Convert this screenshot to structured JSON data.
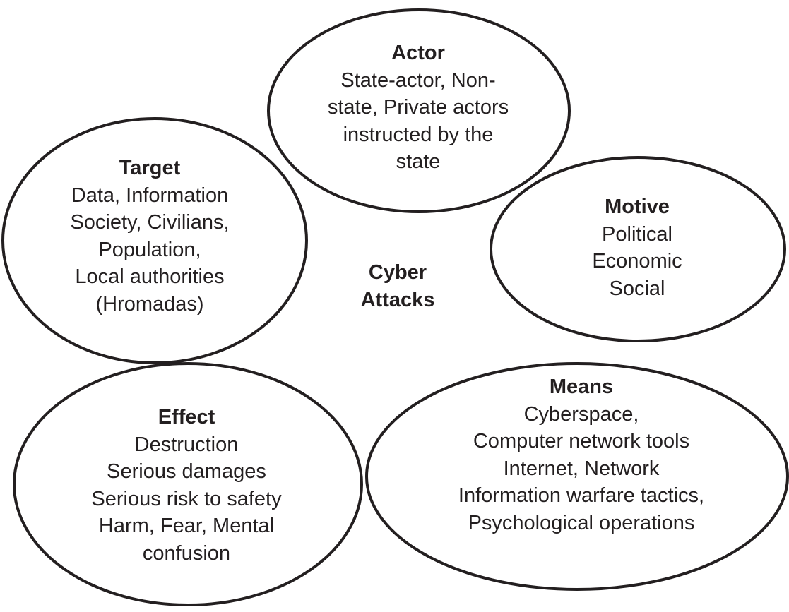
{
  "center": {
    "line1": "Cyber",
    "line2": "Attacks"
  },
  "actor": {
    "title": "Actor",
    "lines": [
      "State-actor, Non-",
      "state, Private actors",
      "instructed by the",
      "state"
    ]
  },
  "target": {
    "title": "Target",
    "lines": [
      "Data, Information",
      "Society, Civilians,",
      "Population,",
      "Local authorities",
      "(Hromadas)"
    ]
  },
  "motive": {
    "title": "Motive",
    "lines": [
      "Political",
      "Economic",
      "Social"
    ]
  },
  "means": {
    "title": "Means",
    "lines": [
      "Cyberspace,",
      "Computer network tools",
      "Internet, Network",
      "Information warfare tactics,",
      "Psychological operations"
    ]
  },
  "effect": {
    "title": "Effect",
    "lines": [
      "Destruction",
      "Serious damages",
      "Serious risk to safety",
      "Harm, Fear, Mental",
      "confusion"
    ]
  }
}
